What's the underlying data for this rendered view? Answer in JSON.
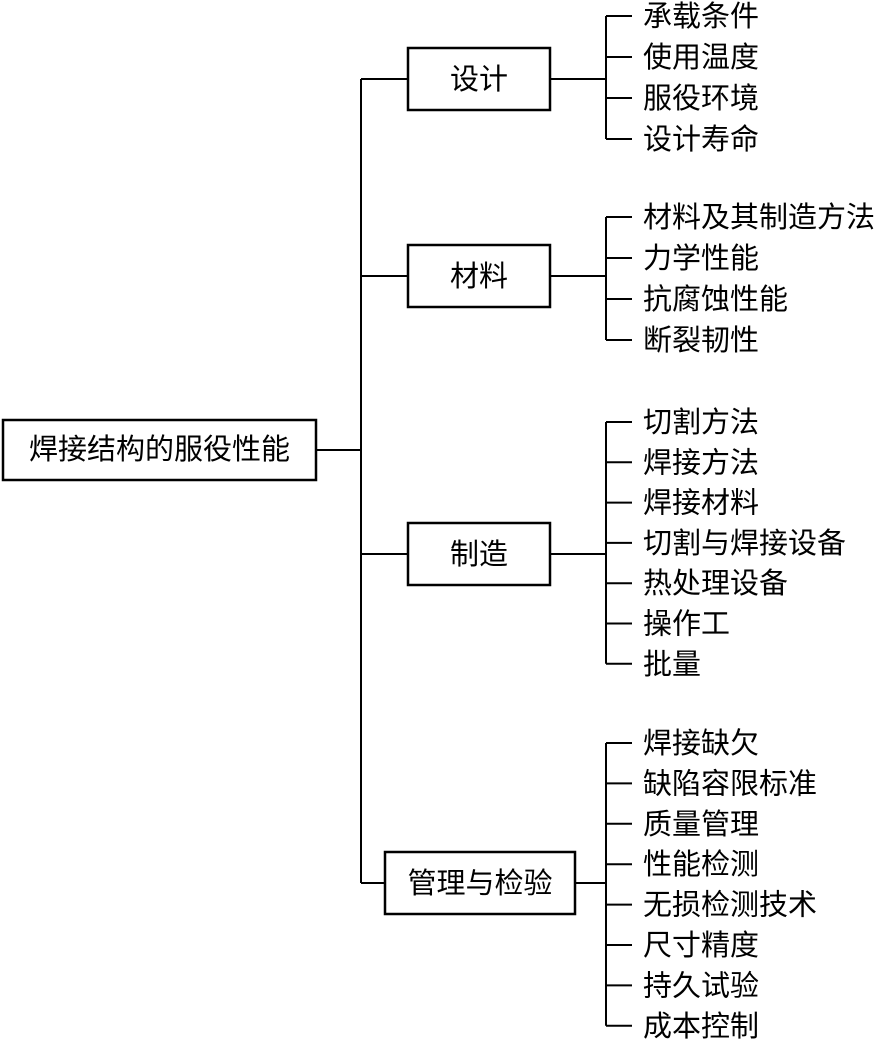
{
  "root": {
    "label": "焊接结构的服役性能"
  },
  "branches": [
    {
      "label": "设计",
      "items": [
        "承载条件",
        "使用温度",
        "服役环境",
        "设计寿命"
      ]
    },
    {
      "label": "材料",
      "items": [
        "材料及其制造方法",
        "力学性能",
        "抗腐蚀性能",
        "断裂韧性"
      ]
    },
    {
      "label": "制造",
      "items": [
        "切割方法",
        "焊接方法",
        "焊接材料",
        "切割与焊接设备",
        "热处理设备",
        "操作工",
        "批量"
      ]
    },
    {
      "label": "管理与检验",
      "items": [
        "焊接缺欠",
        "缺陷容限标准",
        "质量管理",
        "性能检测",
        "无损检测技术",
        "尺寸精度",
        "持久试验",
        "成本控制"
      ]
    }
  ],
  "colors": {
    "line": "#000000",
    "background": "#ffffff"
  }
}
